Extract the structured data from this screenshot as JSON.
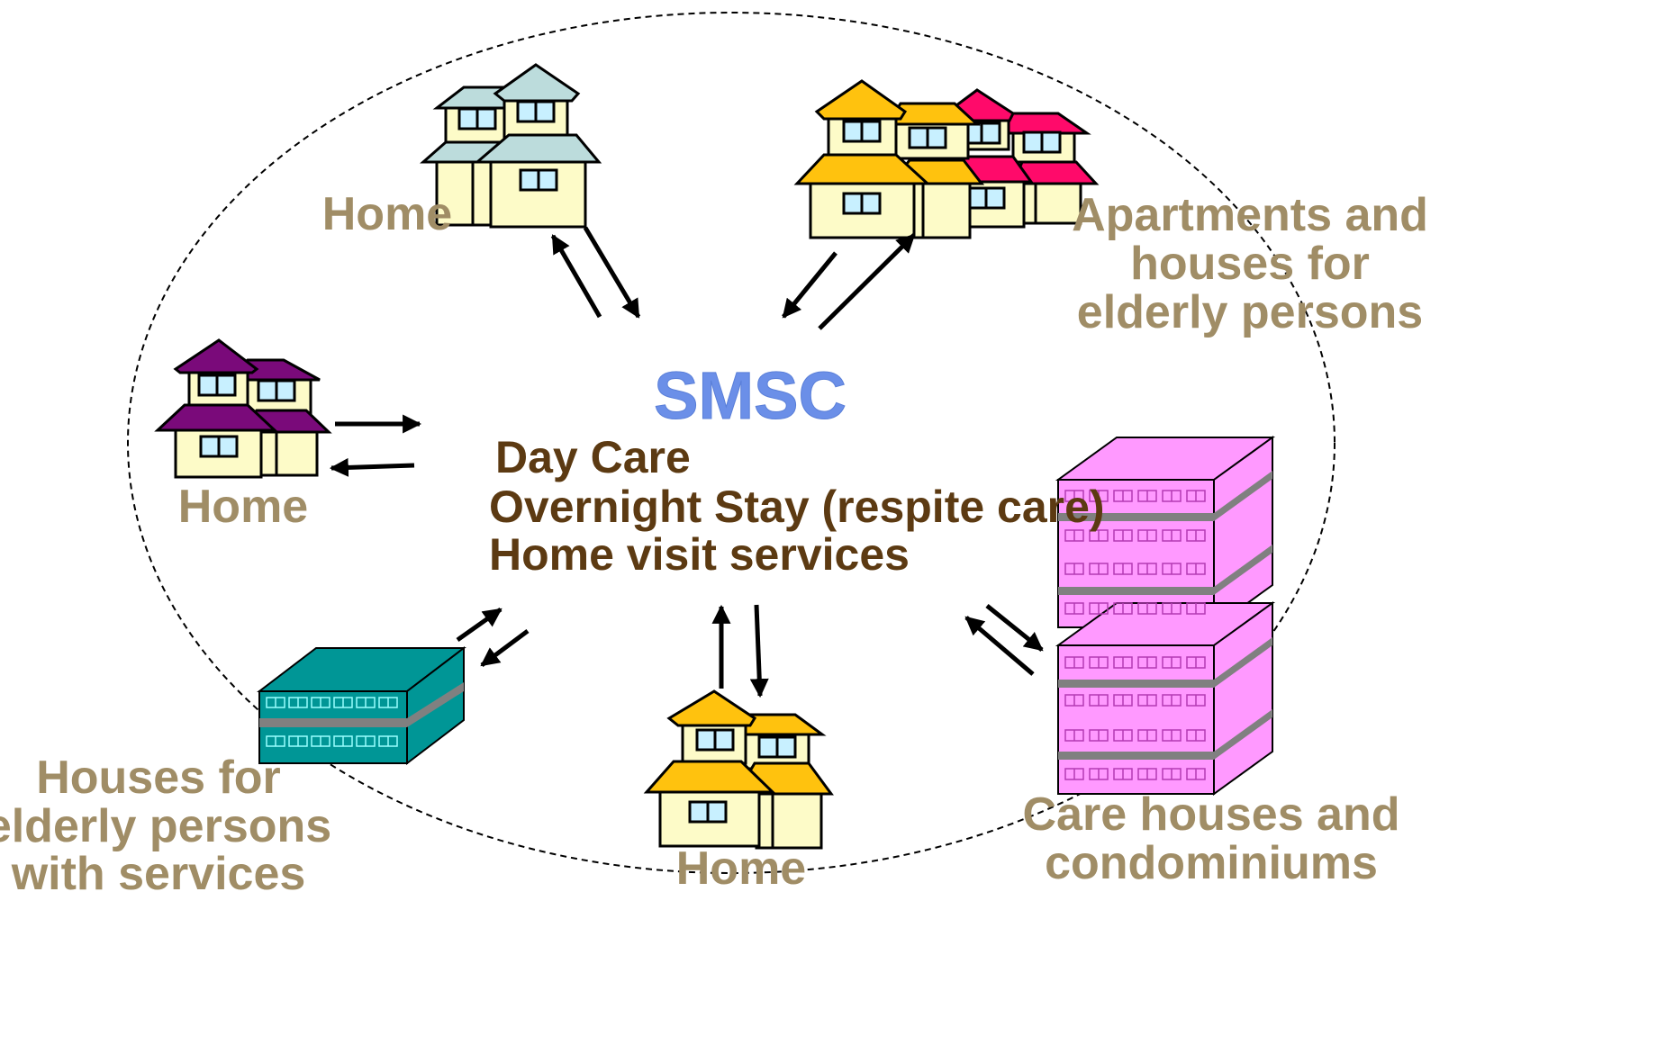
{
  "diagram": {
    "center": {
      "title": "SMSC",
      "services": [
        "Day Care",
        "Overnight Stay (respite care)",
        "Home visit services"
      ]
    },
    "places": {
      "home_top": "Home",
      "home_left": "Home",
      "home_bottom": "Home",
      "apartments": [
        "Apartments and",
        "houses for",
        "elderly persons"
      ],
      "houses_services": [
        "Houses for",
        "elderly persons",
        "with services"
      ],
      "care_houses": [
        "Care houses and",
        "condominiums"
      ]
    },
    "colors": {
      "house_cream": "#fdfbc8",
      "roof_lightblue": "#bcdcdc",
      "roof_purple": "#7a0a7a",
      "roof_yellow": "#ffc20e",
      "roof_pink": "#ff0a6a",
      "building_teal": "#009696",
      "building_pink": "#ff99ff",
      "window_blue": "#c8f0ff",
      "arrow": "#000000"
    }
  }
}
